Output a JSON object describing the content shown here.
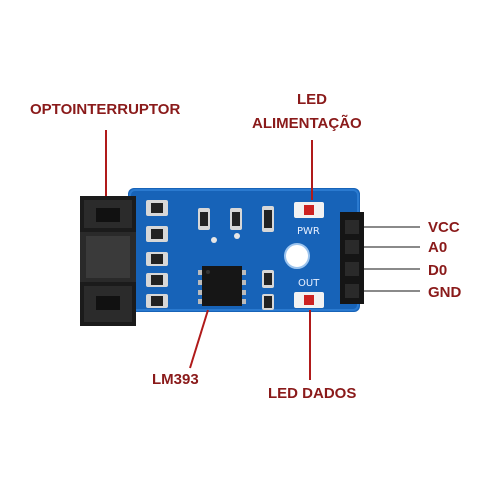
{
  "labels": {
    "optointerruptor": "OPTOINTERRUPTOR",
    "led_power_line1": "LED",
    "led_power_line2": "ALIMENTAÇÃO",
    "lm393": "LM393",
    "led_data": "LED DADOS"
  },
  "pins": [
    "VCC",
    "A0",
    "D0",
    "GND"
  ],
  "silkscreen": {
    "pwr": "PWR",
    "out": "OUT"
  },
  "colors": {
    "label_text": "#8a1a1a",
    "pointer_line": "#b01a1a",
    "pcb_blue": "#1763b8",
    "header_black": "#151515",
    "pin_wire": "#8a8a8a"
  }
}
